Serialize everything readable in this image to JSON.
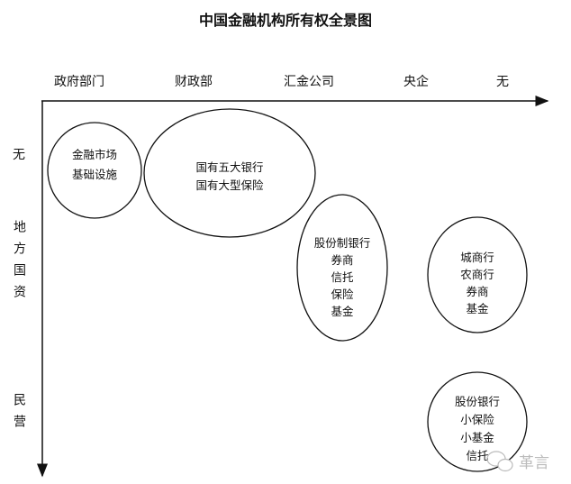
{
  "title": "中国金融机构所有权全景图",
  "x_axis": {
    "labels": [
      "政府部门",
      "财政部",
      "汇金公司",
      "央企",
      "无"
    ]
  },
  "y_axis": {
    "labels": [
      "无",
      "地方国资",
      "民营"
    ]
  },
  "groups": [
    {
      "lines": [
        "金融市场",
        "基础设施"
      ]
    },
    {
      "lines": [
        "国有五大银行",
        "国有大型保险"
      ]
    },
    {
      "lines": [
        "股份制银行",
        "券商",
        "信托",
        "保险",
        "基金"
      ]
    },
    {
      "lines": [
        "城商行",
        "农商行",
        "券商",
        "基金"
      ]
    },
    {
      "lines": [
        "股份银行",
        "小保险",
        "小基金",
        "信托"
      ]
    }
  ],
  "watermark": "革言"
}
